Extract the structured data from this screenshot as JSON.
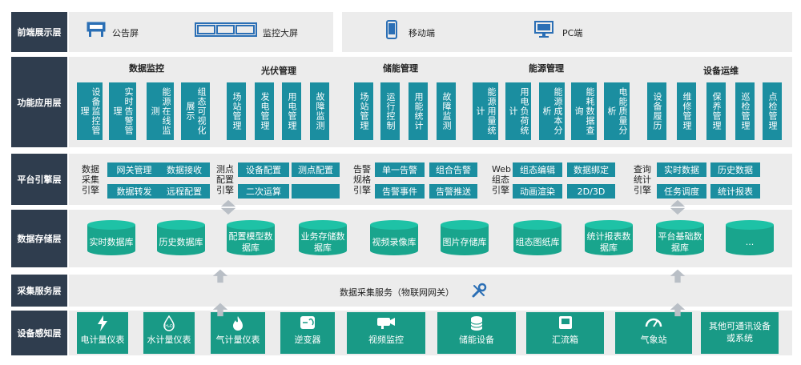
{
  "layers": {
    "frontend": "前端展示层",
    "function": "功能应用层",
    "engine": "平台引擎层",
    "storage": "数据存储层",
    "collect": "采集服务层",
    "device": "设备感知层"
  },
  "frontend": {
    "items": [
      "公告屏",
      "监控大屏",
      "移动端",
      "PC端"
    ]
  },
  "function": {
    "groups": [
      {
        "title": "数据监控",
        "items": [
          "设备监控管理",
          "实时告警管理",
          "能源在线监测",
          "组态可视化展示"
        ]
      },
      {
        "title": "光伏管理",
        "items": [
          "场站管理",
          "发电管理",
          "用电管理",
          "故障监测"
        ]
      },
      {
        "title": "储能管理",
        "items": [
          "场站管理",
          "运行控制",
          "用能统计",
          "故障监测"
        ]
      },
      {
        "title": "能源管理",
        "items": [
          "能源用量统计",
          "用电负荷统计",
          "能源成本分析",
          "能耗数据查询",
          "电能质量分析"
        ]
      },
      {
        "title": "设备运维",
        "items": [
          "设备履历",
          "维修管理",
          "保养管理",
          "巡检管理",
          "点检管理"
        ]
      }
    ]
  },
  "engine": {
    "groups": [
      {
        "label": "数据采集引擎",
        "items": [
          "网关管理",
          "数据接收",
          "数据转发",
          "远程配置"
        ]
      },
      {
        "label": "测点配置引擎",
        "items": [
          "设备配置",
          "测点配置",
          "二次运算",
          ""
        ]
      },
      {
        "label": "告警规格引擎",
        "items": [
          "单一告警",
          "组合告警",
          "告警事件",
          "告警推送"
        ]
      },
      {
        "label": "Web组态引擎",
        "items": [
          "组态编辑",
          "数据绑定",
          "动画渲染",
          "2D/3D"
        ]
      },
      {
        "label": "查询统计引擎",
        "items": [
          "实时数据",
          "历史数据",
          "任务调度",
          "统计报表"
        ]
      }
    ]
  },
  "storage": {
    "items": [
      "实时数据库",
      "历史数据库",
      "配置模型数据库",
      "业务存储数据库",
      "视频录像库",
      "图片存储库",
      "组态图纸库",
      "统计报表数据库",
      "平台基础数据库",
      "..."
    ]
  },
  "collect": {
    "label": "数据采集服务（物联网网关）"
  },
  "device": {
    "items": [
      {
        "label": "电计量仪表",
        "icon": "lightning-icon"
      },
      {
        "label": "水计量仪表",
        "icon": "water-drop-icon"
      },
      {
        "label": "气计量仪表",
        "icon": "flame-icon"
      },
      {
        "label": "逆变器",
        "icon": "inverter-icon"
      },
      {
        "label": "视频监控",
        "icon": "camera-icon"
      },
      {
        "label": "储能设备",
        "icon": "database-icon"
      },
      {
        "label": "汇流箱",
        "icon": "box-icon"
      },
      {
        "label": "气象站",
        "icon": "gauge-icon"
      },
      {
        "label": "其他可通讯设备或系统",
        "icon": ""
      }
    ]
  },
  "colors": {
    "teal": "#1b8ea0",
    "green": "#199a86",
    "label_bg": "#2f3d4e",
    "band_bg": "#ececec"
  }
}
